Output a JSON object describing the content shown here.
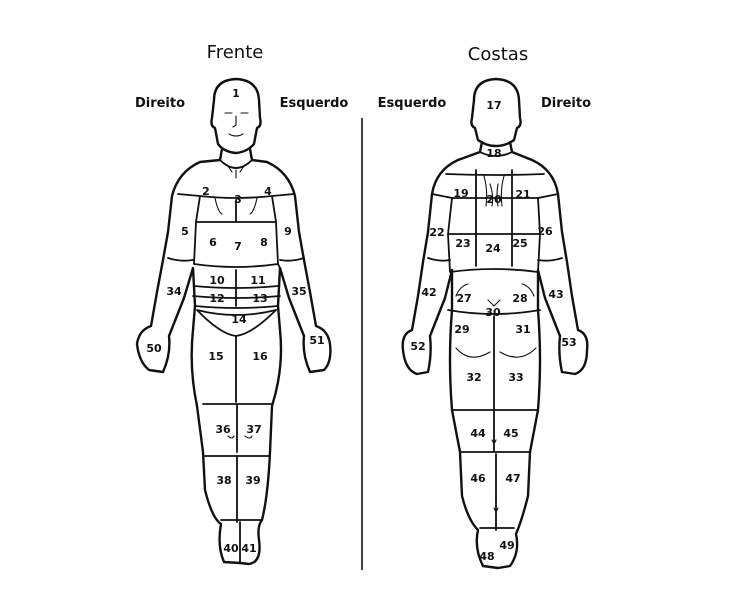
{
  "front": {
    "title": "Frente",
    "side_left": "Direito",
    "side_right": "Esquerdo",
    "regions": [
      {
        "id": "1"
      },
      {
        "id": "2"
      },
      {
        "id": "3"
      },
      {
        "id": "4"
      },
      {
        "id": "5"
      },
      {
        "id": "6"
      },
      {
        "id": "7"
      },
      {
        "id": "8"
      },
      {
        "id": "9"
      },
      {
        "id": "10"
      },
      {
        "id": "11"
      },
      {
        "id": "12"
      },
      {
        "id": "13"
      },
      {
        "id": "14"
      },
      {
        "id": "15"
      },
      {
        "id": "16"
      },
      {
        "id": "34"
      },
      {
        "id": "35"
      },
      {
        "id": "36"
      },
      {
        "id": "37"
      },
      {
        "id": "38"
      },
      {
        "id": "39"
      },
      {
        "id": "40"
      },
      {
        "id": "41"
      },
      {
        "id": "50"
      },
      {
        "id": "51"
      }
    ]
  },
  "back": {
    "title": "Costas",
    "side_left": "Esquerdo",
    "side_right": "Direito",
    "regions": [
      {
        "id": "17"
      },
      {
        "id": "18"
      },
      {
        "id": "19"
      },
      {
        "id": "20"
      },
      {
        "id": "21"
      },
      {
        "id": "22"
      },
      {
        "id": "23"
      },
      {
        "id": "24"
      },
      {
        "id": "25"
      },
      {
        "id": "26"
      },
      {
        "id": "27"
      },
      {
        "id": "28"
      },
      {
        "id": "29"
      },
      {
        "id": "30"
      },
      {
        "id": "31"
      },
      {
        "id": "32"
      },
      {
        "id": "33"
      },
      {
        "id": "42"
      },
      {
        "id": "43"
      },
      {
        "id": "44"
      },
      {
        "id": "45"
      },
      {
        "id": "46"
      },
      {
        "id": "47"
      },
      {
        "id": "48"
      },
      {
        "id": "49"
      },
      {
        "id": "52"
      },
      {
        "id": "53"
      }
    ]
  }
}
